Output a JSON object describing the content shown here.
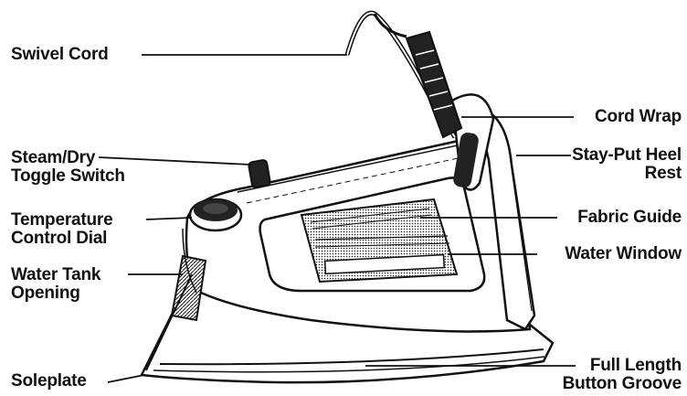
{
  "labels": {
    "swivel_cord": "Swivel Cord",
    "steam_dry_toggle": "Steam/Dry\nToggle Switch",
    "temperature_dial": "Temperature\nControl Dial",
    "water_tank_opening": "Water Tank\nOpening",
    "soleplate": "Soleplate",
    "cord_wrap": "Cord Wrap",
    "heel_rest": "Stay-Put Heel\nRest",
    "fabric_guide": "Fabric Guide",
    "water_window": "Water Window",
    "button_groove": "Full Length\nButton Groove"
  },
  "colors": {
    "ink": "#111111",
    "paper": "#ffffff",
    "shade": "#555555"
  }
}
